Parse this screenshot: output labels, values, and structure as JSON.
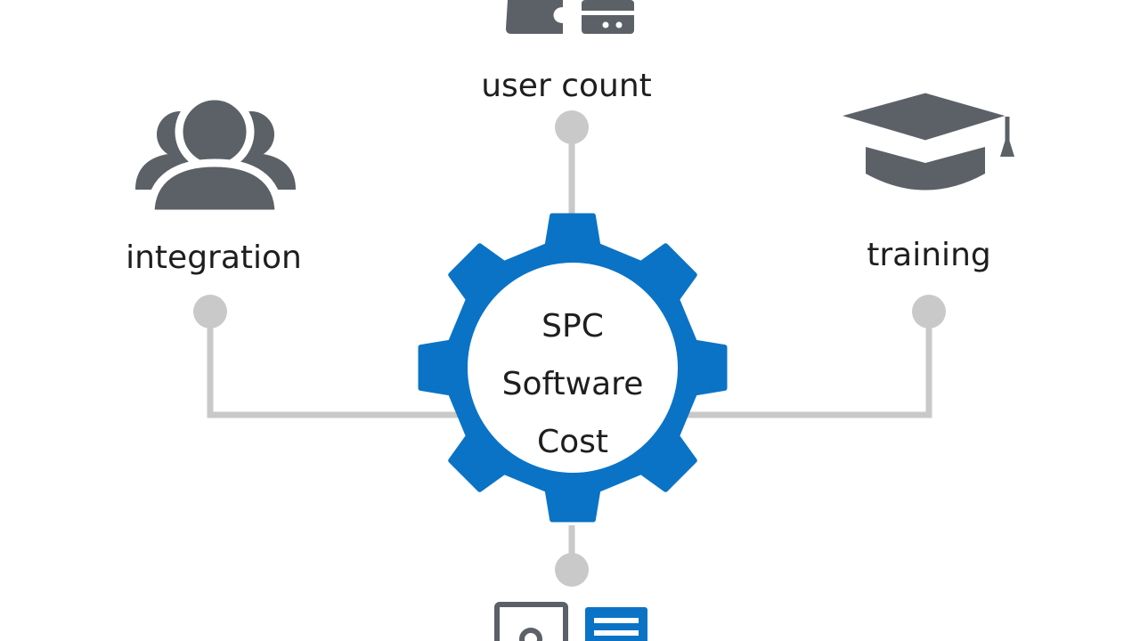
{
  "center": {
    "lines": [
      "SPC",
      "Software",
      "Cost"
    ]
  },
  "nodes": {
    "top": {
      "label": "user count",
      "icon": "puzzle-server-icon"
    },
    "left": {
      "label": "integration",
      "icon": "users-group-icon"
    },
    "right": {
      "label": "training",
      "icon": "graduation-cap-icon"
    },
    "bottom": {
      "label": "",
      "icon": "document-list-icon"
    }
  },
  "colors": {
    "gear": "#0a73c6",
    "connector": "#c9c9c9",
    "icon": "#5b6167",
    "text": "#1e1e1e"
  }
}
